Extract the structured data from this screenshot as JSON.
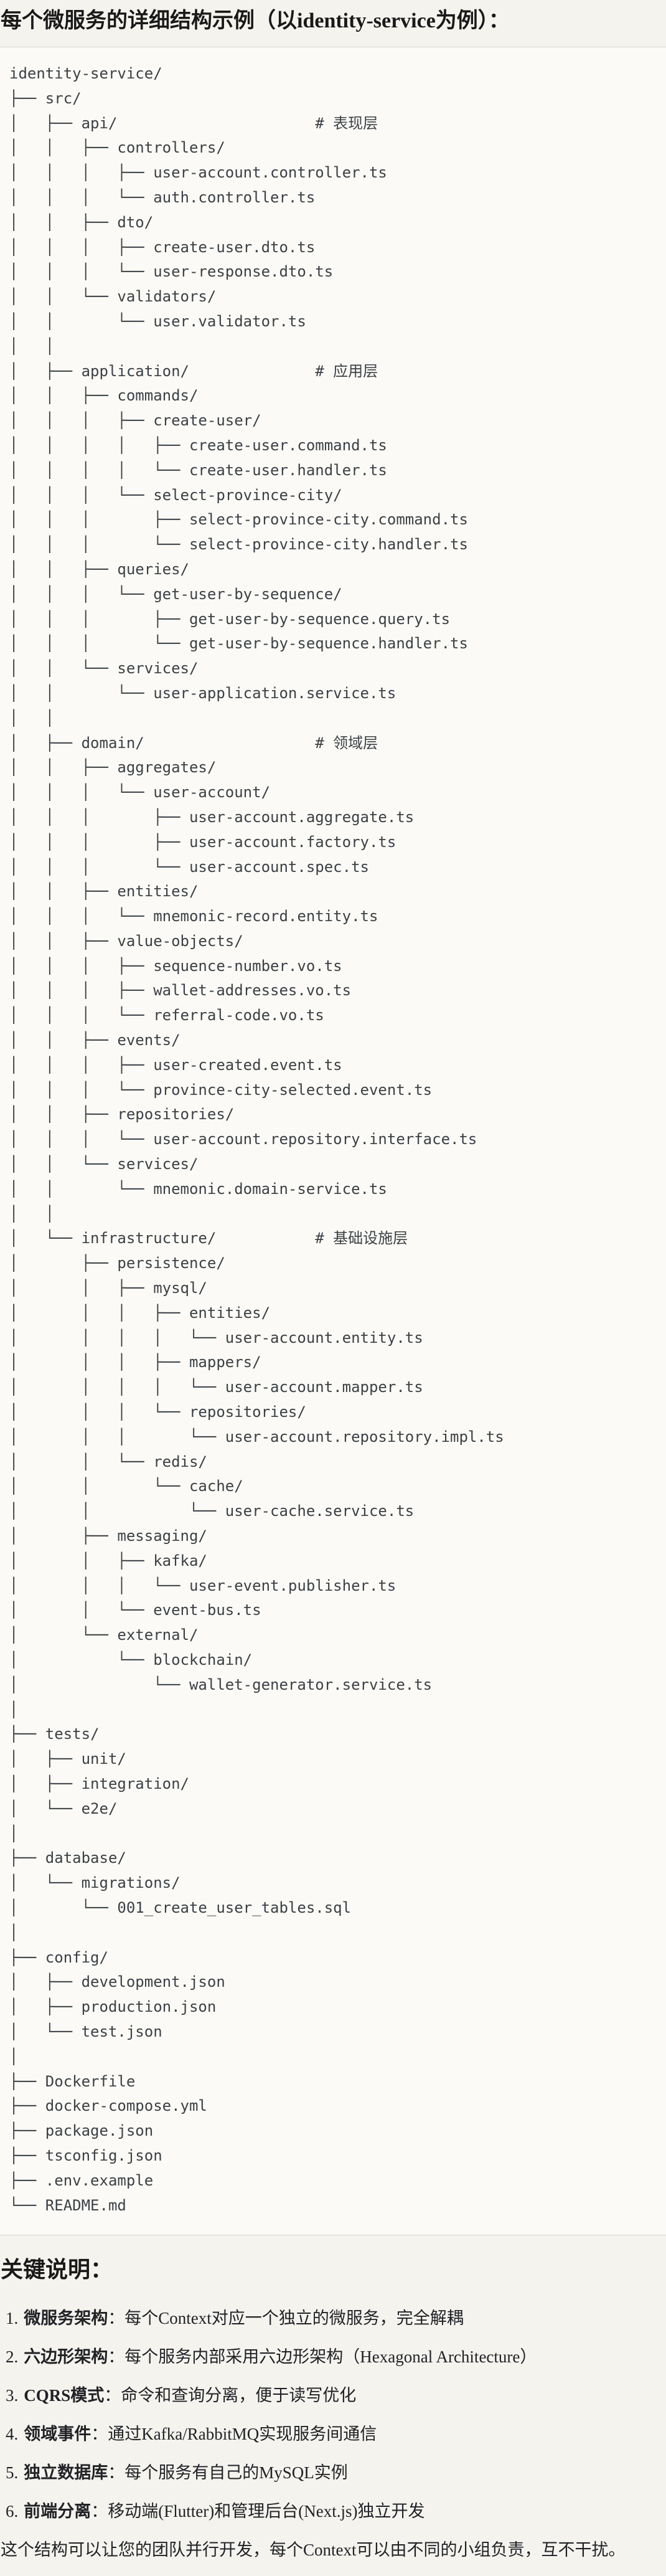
{
  "title": "每个微服务的详细结构示例（以identity-service为例）：",
  "code_block": {
    "lines": [
      "identity-service/",
      "├── src/",
      "│   ├── api/                      # 表现层",
      "│   │   ├── controllers/",
      "│   │   │   ├── user-account.controller.ts",
      "│   │   │   └── auth.controller.ts",
      "│   │   ├── dto/",
      "│   │   │   ├── create-user.dto.ts",
      "│   │   │   └── user-response.dto.ts",
      "│   │   └── validators/",
      "│   │       └── user.validator.ts",
      "│   │",
      "│   ├── application/              # 应用层",
      "│   │   ├── commands/",
      "│   │   │   ├── create-user/",
      "│   │   │   │   ├── create-user.command.ts",
      "│   │   │   │   └── create-user.handler.ts",
      "│   │   │   └── select-province-city/",
      "│   │   │       ├── select-province-city.command.ts",
      "│   │   │       └── select-province-city.handler.ts",
      "│   │   ├── queries/",
      "│   │   │   └── get-user-by-sequence/",
      "│   │   │       ├── get-user-by-sequence.query.ts",
      "│   │   │       └── get-user-by-sequence.handler.ts",
      "│   │   └── services/",
      "│   │       └── user-application.service.ts",
      "│   │",
      "│   ├── domain/                   # 领域层",
      "│   │   ├── aggregates/",
      "│   │   │   └── user-account/",
      "│   │   │       ├── user-account.aggregate.ts",
      "│   │   │       ├── user-account.factory.ts",
      "│   │   │       └── user-account.spec.ts",
      "│   │   ├── entities/",
      "│   │   │   └── mnemonic-record.entity.ts",
      "│   │   ├── value-objects/",
      "│   │   │   ├── sequence-number.vo.ts",
      "│   │   │   ├── wallet-addresses.vo.ts",
      "│   │   │   └── referral-code.vo.ts",
      "│   │   ├── events/",
      "│   │   │   ├── user-created.event.ts",
      "│   │   │   └── province-city-selected.event.ts",
      "│   │   ├── repositories/",
      "│   │   │   └── user-account.repository.interface.ts",
      "│   │   └── services/",
      "│   │       └── mnemonic.domain-service.ts",
      "│   │",
      "│   └── infrastructure/           # 基础设施层",
      "│       ├── persistence/",
      "│       │   ├── mysql/",
      "│       │   │   ├── entities/",
      "│       │   │   │   └── user-account.entity.ts",
      "│       │   │   ├── mappers/",
      "│       │   │   │   └── user-account.mapper.ts",
      "│       │   │   └── repositories/",
      "│       │   │       └── user-account.repository.impl.ts",
      "│       │   └── redis/",
      "│       │       └── cache/",
      "│       │           └── user-cache.service.ts",
      "│       ├── messaging/",
      "│       │   ├── kafka/",
      "│       │   │   └── user-event.publisher.ts",
      "│       │   └── event-bus.ts",
      "│       └── external/",
      "│           └── blockchain/",
      "│               └── wallet-generator.service.ts",
      "│",
      "├── tests/",
      "│   ├── unit/",
      "│   ├── integration/",
      "│   └── e2e/",
      "│",
      "├── database/",
      "│   └── migrations/",
      "│       └── 001_create_user_tables.sql",
      "│",
      "├── config/",
      "│   ├── development.json",
      "│   ├── production.json",
      "│   └── test.json",
      "│",
      "├── Dockerfile",
      "├── docker-compose.yml",
      "├── package.json",
      "├── tsconfig.json",
      "├── .env.example",
      "└── README.md"
    ]
  },
  "notes": {
    "heading": "关键说明：",
    "items": [
      {
        "num": "1.",
        "label": "微服务架构",
        "sep": "：",
        "text": "每个Context对应一个独立的微服务，完全解耦"
      },
      {
        "num": "2.",
        "label": "六边形架构",
        "sep": "：",
        "text": "每个服务内部采用六边形架构（Hexagonal Architecture）"
      },
      {
        "num": "3.",
        "label": "CQRS模式",
        "sep": "：",
        "text": "命令和查询分离，便于读写优化"
      },
      {
        "num": "4.",
        "label": "领域事件",
        "sep": "：",
        "text": "通过Kafka/RabbitMQ实现服务间通信"
      },
      {
        "num": "5.",
        "label": "独立数据库",
        "sep": "：",
        "text": "每个服务有自己的MySQL实例"
      },
      {
        "num": "6.",
        "label": "前端分离",
        "sep": "：",
        "text": "移动端(Flutter)和管理后台(Next.js)独立开发"
      }
    ]
  },
  "footer": "这个结构可以让您的团队并行开发，每个Context可以由不同的小组负责，互不干扰。",
  "colors": {
    "page_bg": "#f5f3ee",
    "code_bg": "#fbfaf6",
    "code_border": "#d8d5cb",
    "code_text": "#3c4146",
    "heading_text": "#191919",
    "body_text": "#202226"
  }
}
